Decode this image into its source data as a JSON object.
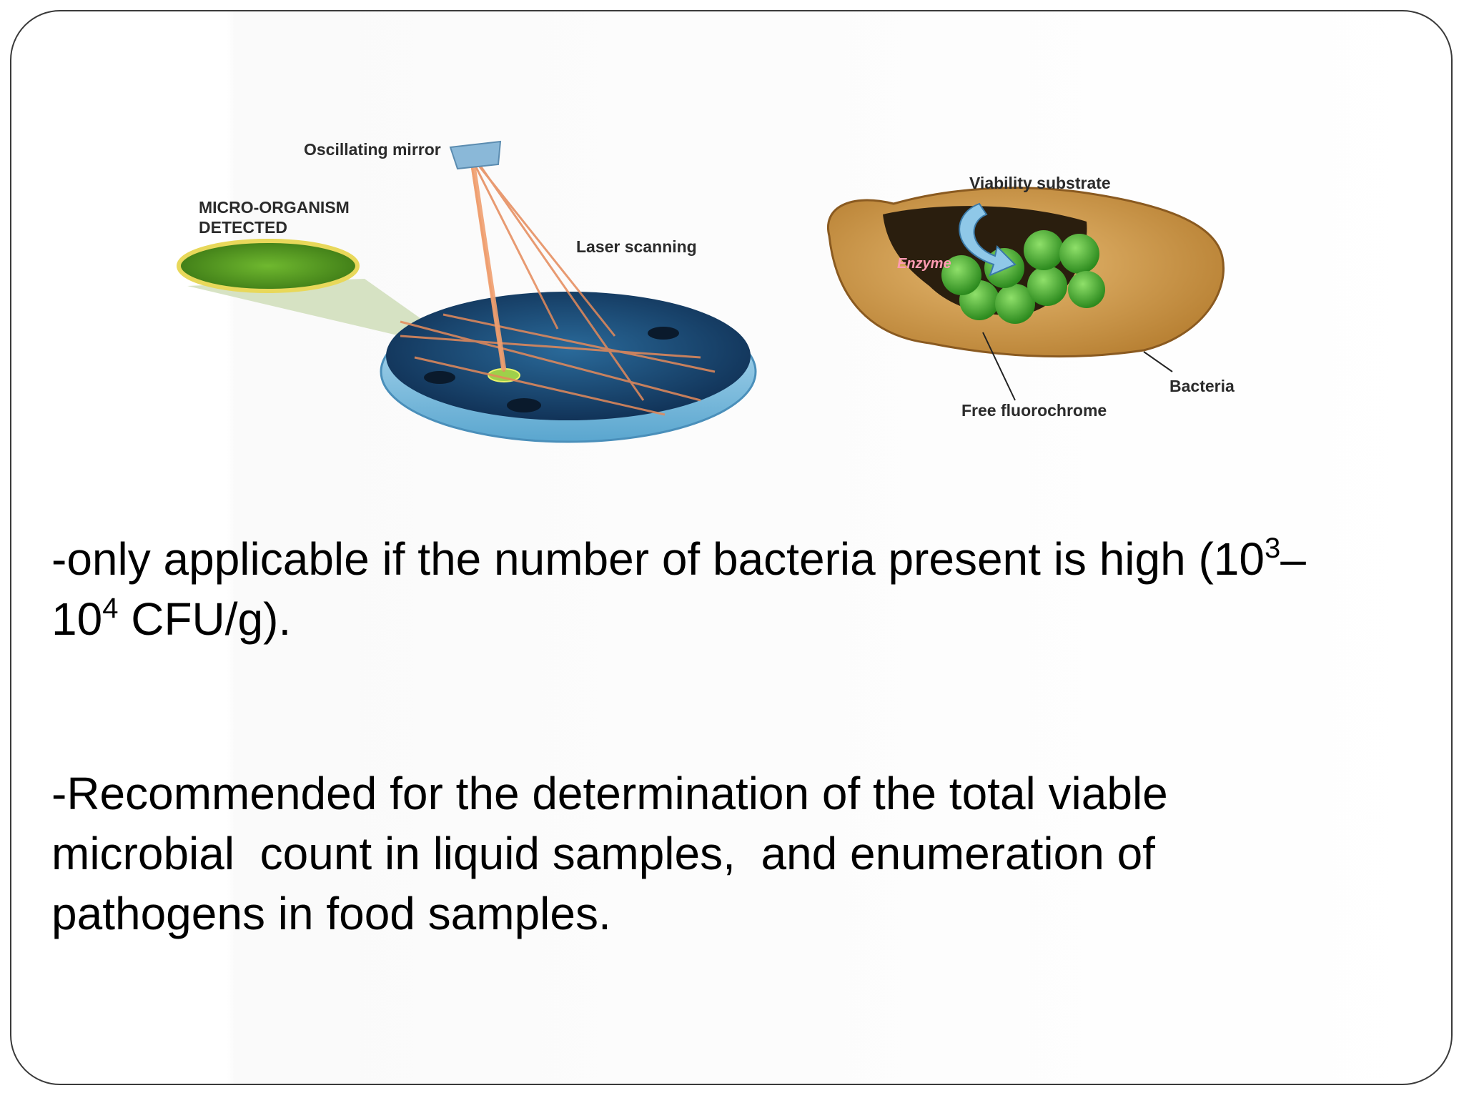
{
  "figure": {
    "labels": {
      "oscillating_mirror": "Oscillating mirror",
      "micro_organism_1": "MICRO-ORGANISM",
      "micro_organism_2": "DETECTED",
      "laser_scanning": "Laser scanning",
      "viability_substrate": "Viability substrate",
      "enzyme": "Enzyme",
      "bacteria": "Bacteria",
      "free_fluorochrome": "Free fluorochrome"
    }
  },
  "text": {
    "p1_a": "-only applicable if the number of bacteria present is high (10",
    "p1_sup1": "3",
    "p1_b": "–",
    "p1_c": "10",
    "p1_sup2": "4",
    "p1_d": " CFU/g).",
    "p2_line1": "-Recommended for the determination of the total viable",
    "p2_line2": "microbial  count in liquid samples,  and enumeration of",
    "p2_line3": "pathogens in food samples."
  },
  "colors": {
    "frame": "#3a3a3a",
    "dish_blue": "#1d4a78",
    "bacteria_body": "#d4a35a",
    "green_cell": "#4fb83a",
    "laser": "#e58a5a"
  }
}
